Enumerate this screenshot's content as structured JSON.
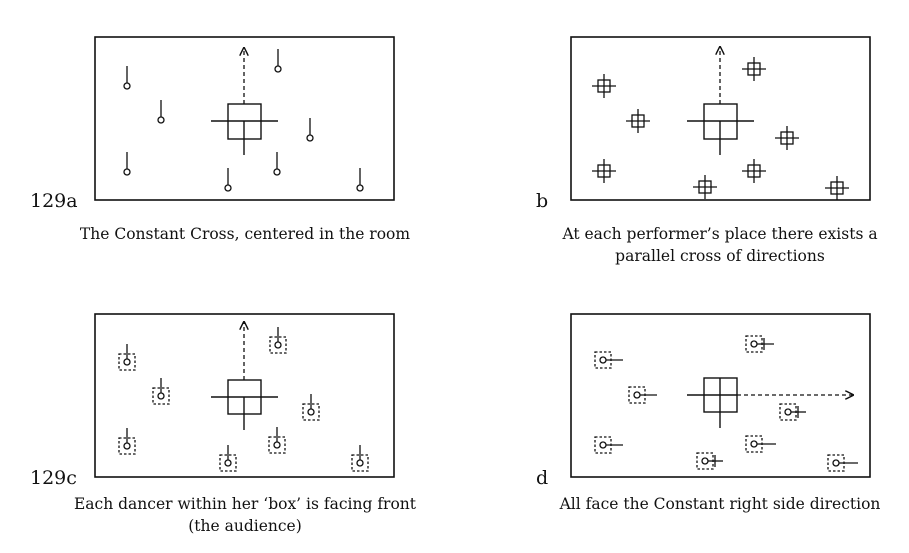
{
  "figure": {
    "panels": [
      {
        "id": "a",
        "label": "129a",
        "caption_lines": [
          "The Constant Cross, centered in the room"
        ],
        "dancer_style": "pin"
      },
      {
        "id": "b",
        "label": "b",
        "caption_lines": [
          "At each performer’s place there exists a",
          "parallel cross of directions"
        ],
        "dancer_style": "cross"
      },
      {
        "id": "c",
        "label": "129c",
        "caption_lines": [
          "Each dancer within her ‘box’ is facing front",
          "(the audience)"
        ],
        "dancer_style": "box-front"
      },
      {
        "id": "d",
        "label": "d",
        "caption_lines": [
          "All face the Constant right side direction"
        ],
        "dancer_style": "box-right"
      }
    ]
  }
}
